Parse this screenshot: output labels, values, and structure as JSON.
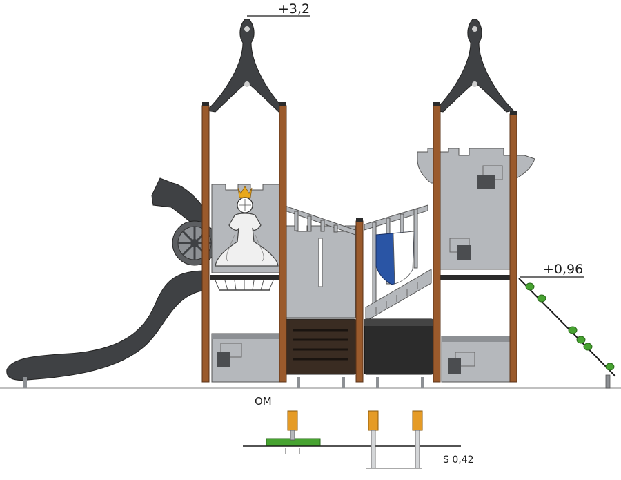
{
  "labels": {
    "height_top": "+3,2",
    "height_platform": "+0,96",
    "legend_om": "OM",
    "legend_s": "S 0,42"
  },
  "colors": {
    "wood": "#9a5a2c",
    "panel_light": "#b5b8bc",
    "panel_dark": "#4b4d50",
    "black": "#2b2b2b",
    "shield_blue": "#2a55a5",
    "crown": "#e8a81c",
    "grass_green": "#47a331",
    "footing_orange": "#e59b26",
    "line": "#1a1a1a"
  },
  "icons": [
    "tower-spire-icon",
    "cannon-icon",
    "princess-icon",
    "shield-icon",
    "slide-icon",
    "foundation-post-icon"
  ]
}
